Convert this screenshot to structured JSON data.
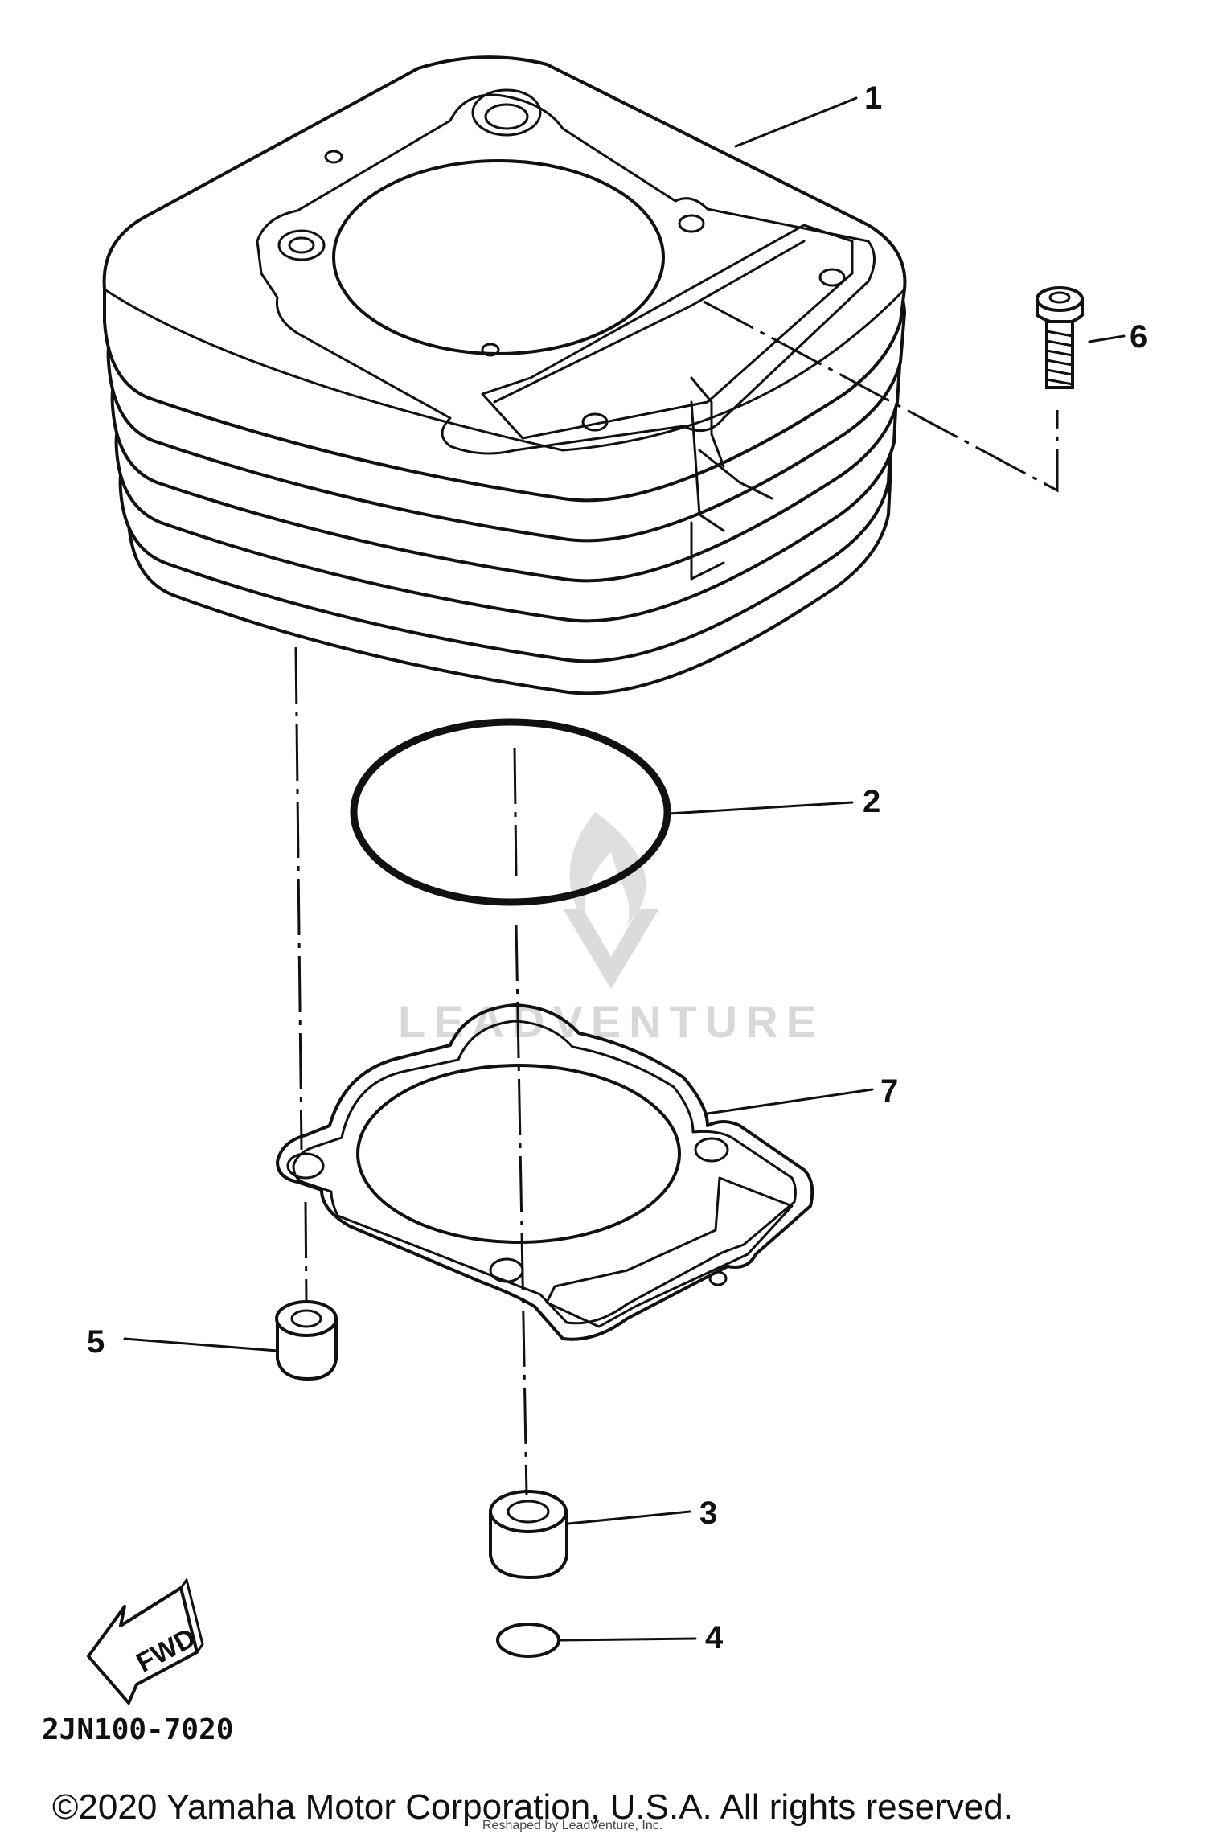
{
  "callouts": {
    "c1": "1",
    "c2": "2",
    "c3": "3",
    "c4": "4",
    "c5": "5",
    "c6": "6",
    "c7": "7"
  },
  "diagram_code": "2JN100-7020",
  "fwd_label": "FWD",
  "watermark": "LEADVENTURE",
  "copyright": "©2020 Yamaha Motor Corporation, U.S.A. All rights reserved.",
  "overlay_text": "Reshaped by LeadVenture, Inc."
}
